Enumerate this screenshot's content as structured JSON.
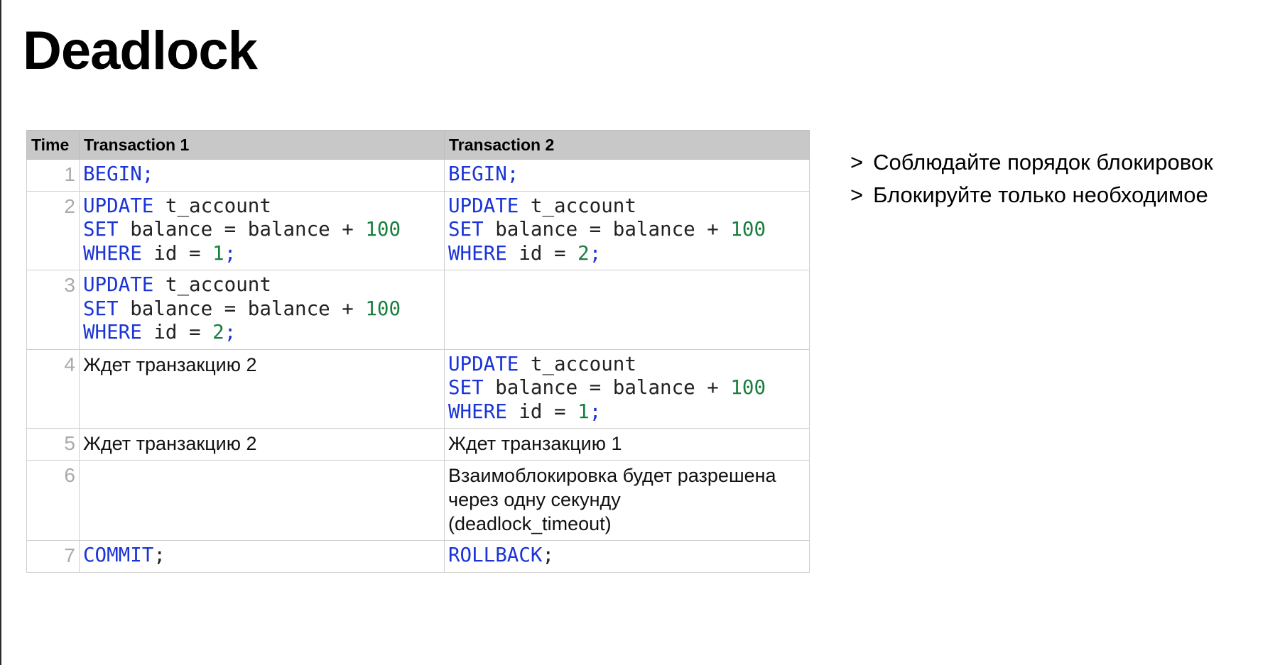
{
  "slide": {
    "title": "Deadlock"
  },
  "table": {
    "headers": [
      "Time",
      "Transaction 1",
      "Transaction 2"
    ],
    "rows": [
      {
        "time": "1",
        "t1": [
          [
            [
              "kw",
              "BEGIN;"
            ]
          ]
        ],
        "t2": [
          [
            [
              "kw",
              "BEGIN;"
            ]
          ]
        ]
      },
      {
        "time": "2",
        "t1": [
          [
            [
              "kw",
              "UPDATE"
            ],
            [
              "plain",
              " t_account"
            ]
          ],
          [
            [
              "kw",
              "SET"
            ],
            [
              "plain",
              " balance = balance + "
            ],
            [
              "num",
              "100"
            ]
          ],
          [
            [
              "kw",
              "WHERE"
            ],
            [
              "plain",
              " id = "
            ],
            [
              "num",
              "1"
            ],
            [
              "kw",
              ";"
            ]
          ]
        ],
        "t2": [
          [
            [
              "kw",
              "UPDATE"
            ],
            [
              "plain",
              " t_account"
            ]
          ],
          [
            [
              "kw",
              "SET"
            ],
            [
              "plain",
              " balance = balance + "
            ],
            [
              "num",
              "100"
            ]
          ],
          [
            [
              "kw",
              "WHERE"
            ],
            [
              "plain",
              " id = "
            ],
            [
              "num",
              "2"
            ],
            [
              "kw",
              ";"
            ]
          ]
        ]
      },
      {
        "time": "3",
        "t1": [
          [
            [
              "kw",
              "UPDATE"
            ],
            [
              "plain",
              " t_account"
            ]
          ],
          [
            [
              "kw",
              "SET"
            ],
            [
              "plain",
              " balance = balance + "
            ],
            [
              "num",
              "100"
            ]
          ],
          [
            [
              "kw",
              "WHERE"
            ],
            [
              "plain",
              " id = "
            ],
            [
              "num",
              "2"
            ],
            [
              "kw",
              ";"
            ]
          ]
        ],
        "t2": []
      },
      {
        "time": "4",
        "t1_text": "Ждет транзакцию 2",
        "t2": [
          [
            [
              "kw",
              "UPDATE"
            ],
            [
              "plain",
              " t_account"
            ]
          ],
          [
            [
              "kw",
              "SET"
            ],
            [
              "plain",
              " balance = balance + "
            ],
            [
              "num",
              "100"
            ]
          ],
          [
            [
              "kw",
              "WHERE"
            ],
            [
              "plain",
              " id = "
            ],
            [
              "num",
              "1"
            ],
            [
              "kw",
              ";"
            ]
          ]
        ]
      },
      {
        "time": "5",
        "t1_text": "Ждет транзакцию 2",
        "t2_text": "Ждет транзакцию 1"
      },
      {
        "time": "6",
        "t1": [],
        "t2_lines": [
          "Взаимоблокировка будет разрешена",
          "через одну секунду",
          "(deadlock_timeout)"
        ]
      },
      {
        "time": "7",
        "t1": [
          [
            [
              "kw",
              "COMMIT"
            ],
            [
              "plain",
              ";"
            ]
          ]
        ],
        "t2": [
          [
            [
              "kw",
              "ROLLBACK"
            ],
            [
              "plain",
              ";"
            ]
          ]
        ]
      }
    ]
  },
  "notes": {
    "bullet": ">",
    "items": [
      "Соблюдайте порядок блокировок",
      "Блокируйте только необходимое"
    ]
  },
  "colors": {
    "keyword": "#1a34d6",
    "number": "#1a7e3e",
    "header_bg": "#c8c8c8"
  }
}
